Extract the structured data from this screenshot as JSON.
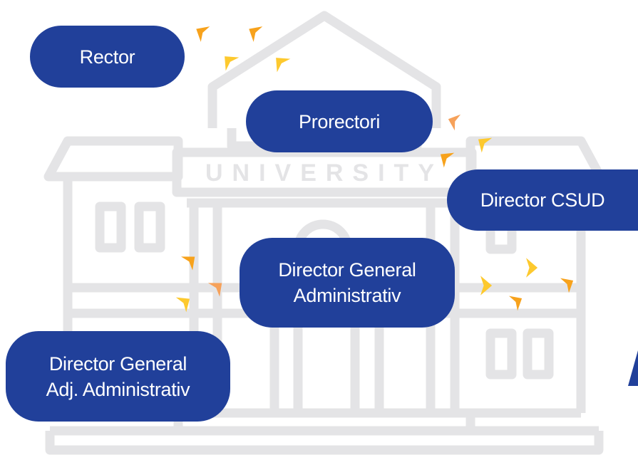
{
  "illustration": {
    "building_sign": "UNIVERSITY",
    "colors": {
      "building_stroke": "#e4e4e6",
      "node_fill": "#21409a",
      "node_text": "#ffffff",
      "arrow_yellow": "#fdc92e",
      "arrow_orange": "#f7a21c",
      "arrow_light": "#fbb03b",
      "arrow_peach": "#f6a15a"
    }
  },
  "nodes": {
    "rector": {
      "lines": [
        "Rector"
      ]
    },
    "prorectori": {
      "lines": [
        "Prorectori"
      ]
    },
    "director_csud": {
      "lines": [
        "Director CSUD"
      ]
    },
    "director_general_administrativ": {
      "lines": [
        "Director General",
        "Administrativ"
      ]
    },
    "director_general_adj_administrativ": {
      "lines": [
        "Director General",
        "Adj. Administrativ"
      ]
    }
  }
}
